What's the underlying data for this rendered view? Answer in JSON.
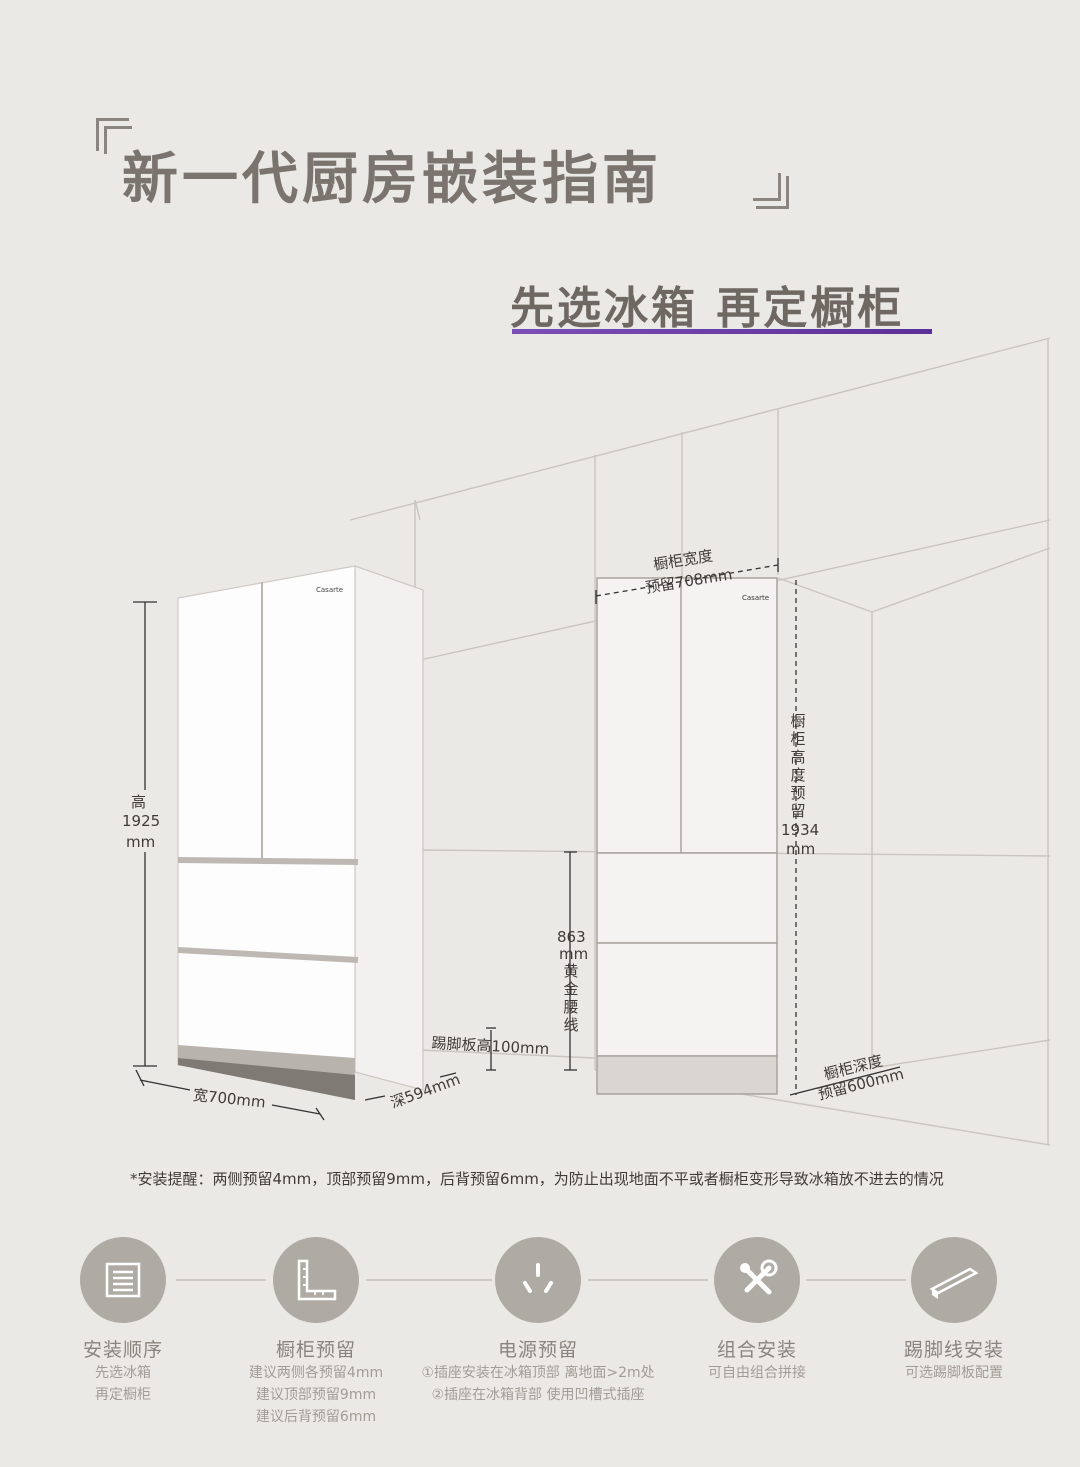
{
  "header": {
    "title": "新一代厨房嵌装指南",
    "subtitle": "先选冰箱  再定橱柜"
  },
  "fridge": {
    "brand": "Casarte",
    "height_label": "高",
    "height_value": "1925",
    "height_unit": "mm",
    "width_label": "宽700mm",
    "depth_label": "深594mm"
  },
  "cabinet": {
    "width_line1": "橱柜宽度",
    "width_line2": "预留708mm",
    "height_chars": "橱柜高度预留",
    "height_value": "1934",
    "height_unit": "mm",
    "waist_value": "863",
    "waist_unit": "mm",
    "waist_text": "黄金腰线",
    "kick_label": "踢脚板高100mm",
    "depth_line1": "橱柜深度",
    "depth_line2": "预留600mm"
  },
  "note": "*安装提醒：两侧预留4mm，顶部预留9mm，后背预留6mm，为防止出现地面不平或者橱柜变形导致冰箱放不进去的情况",
  "steps": [
    {
      "icon": "list-icon",
      "title": "安装顺序",
      "lines": [
        "先选冰箱",
        "再定橱柜"
      ]
    },
    {
      "icon": "ruler-corner-icon",
      "title": "橱柜预留",
      "lines": [
        "建议两侧各预留4mm",
        "建议顶部预留9mm",
        "建议后背预留6mm"
      ]
    },
    {
      "icon": "socket-icon",
      "title": "电源预留",
      "lines": [
        "①插座安装在冰箱顶部   离地面>2m处",
        "②插座在冰箱背部   使用凹槽式插座"
      ]
    },
    {
      "icon": "tools-icon",
      "title": "组合安装",
      "lines": [
        "可自由组合拼接"
      ]
    },
    {
      "icon": "kickboard-icon",
      "title": "踢脚线安装",
      "lines": [
        "可选踢脚板配置"
      ]
    }
  ]
}
